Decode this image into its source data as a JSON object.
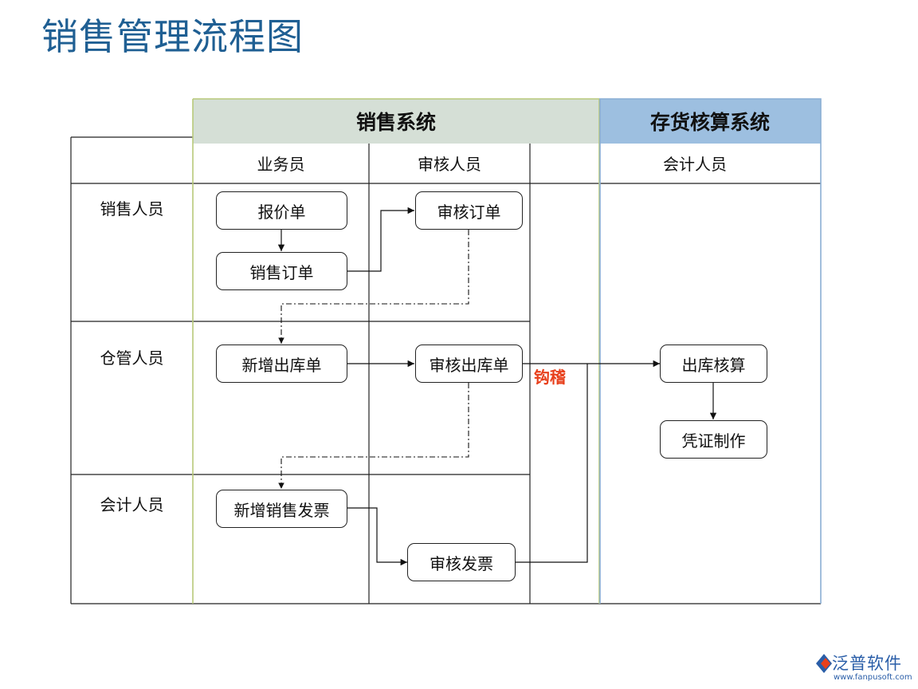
{
  "title": "销售管理流程图",
  "systems": {
    "sales": "销售系统",
    "inventory": "存货核算系统"
  },
  "columns": {
    "salesperson": "业务员",
    "reviewer": "审核人员",
    "accountant": "会计人员"
  },
  "rows": {
    "sales_staff": "销售人员",
    "warehouse_staff": "仓管人员",
    "accounting_staff": "会计人员"
  },
  "nodes": {
    "quote": "报价单",
    "sales_order": "销售订单",
    "review_order": "审核订单",
    "new_outbound": "新增出库单",
    "review_outbound": "审核出库单",
    "new_invoice": "新增销售发票",
    "review_invoice": "审核发票",
    "outbound_costing": "出库核算",
    "voucher": "凭证制作"
  },
  "reconcile_label": "钩稽",
  "colors": {
    "title": "#1f5f93",
    "sales_header": "#d5dfd6",
    "inventory_header": "#9dbfe0",
    "sales_border": "#b8c97a",
    "inventory_border": "#8aaed4",
    "reconcile": "#e8401c"
  },
  "logo": {
    "name": "泛普软件",
    "url": "www.fanpusoft.com"
  }
}
